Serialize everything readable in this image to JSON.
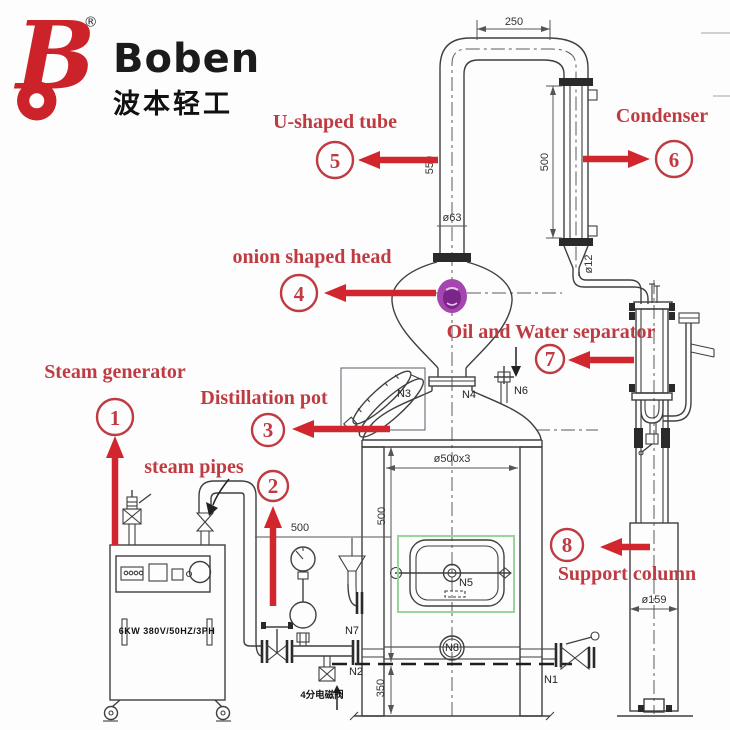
{
  "logo": {
    "b": "B",
    "registered": "®",
    "brand": "Boben",
    "chinese": "波本轻工"
  },
  "callouts": [
    {
      "num": "1",
      "label": "Steam generator"
    },
    {
      "num": "2",
      "label": "steam pipes"
    },
    {
      "num": "3",
      "label": "Distillation pot"
    },
    {
      "num": "4",
      "label": "onion shaped head"
    },
    {
      "num": "5",
      "label": "U-shaped tube"
    },
    {
      "num": "6",
      "label": "Condenser"
    },
    {
      "num": "7",
      "label": "Oil and Water separator"
    },
    {
      "num": "8",
      "label": "Support column"
    }
  ],
  "dims": {
    "top_span": "250",
    "riser_height": "550",
    "riser_dia": "ø63",
    "condenser_height": "500",
    "condenser_outlet_dia": "ø12",
    "pot_dia": "ø500x3",
    "pot_upper_height": "500",
    "pot_lower_height": "350",
    "steam_pipe_run": "500",
    "column_dia": "ø159"
  },
  "nozzles": {
    "n1": "N1",
    "n2": "N2",
    "n3": "N3",
    "n4": "N4",
    "n5": "N5",
    "n6": "N6",
    "n7": "N7",
    "n8": "N8"
  },
  "generator": {
    "nameplate": "6KW 380V/50HZ/3PH"
  },
  "notes": {
    "solenoid_valve": "4分电磁阀"
  },
  "colors": {
    "logo_red": "#cc2229",
    "annotation_red": "#bf3b42",
    "arrow_red": "#d2262e",
    "line": "#3f3f3f",
    "highlight_green": "#9bd39b",
    "seal_purple": "#a445b0"
  }
}
